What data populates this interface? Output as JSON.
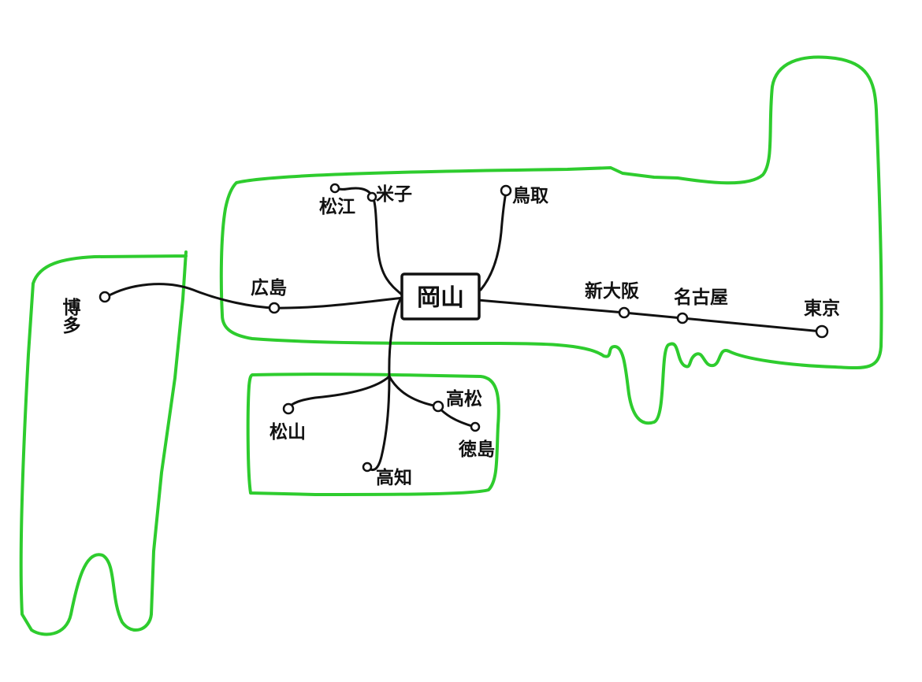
{
  "colors": {
    "land": "#2ecc2e",
    "ink": "#111111",
    "background": "#ffffff"
  },
  "hub": {
    "label": "岡山"
  },
  "stations": {
    "hakata": "博多",
    "hiroshima": "広島",
    "matsue": "松江",
    "yonago": "米子",
    "tottori": "鳥取",
    "shin_osaka": "新大阪",
    "nagoya": "名古屋",
    "tokyo": "東京",
    "matsuyama": "松山",
    "kochi": "高知",
    "takamatsu": "高松",
    "tokushima": "徳島"
  }
}
